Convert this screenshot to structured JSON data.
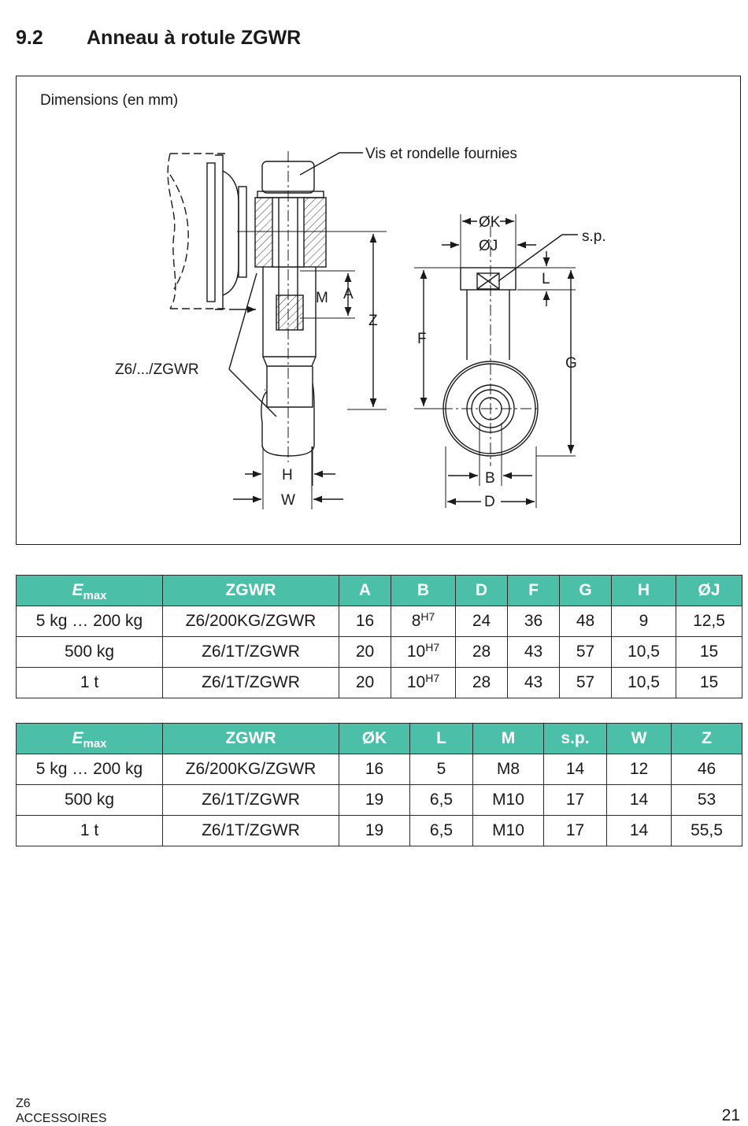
{
  "section": {
    "number": "9.2",
    "title": "Anneau à rotule ZGWR"
  },
  "figure": {
    "caption": "Dimensions (en mm)",
    "labels": {
      "screw": "Vis et rondelle fournies",
      "part": "Z6/.../ZGWR",
      "sp": "s.p.",
      "K": "ØK",
      "J": "ØJ",
      "L": "L",
      "M": "M",
      "A": "A",
      "Z": "Z",
      "F": "F",
      "G": "G",
      "H": "H",
      "W": "W",
      "B": "B",
      "D": "D"
    }
  },
  "table1": {
    "header": {
      "emax_main": "E",
      "emax_sub": "max",
      "cols": [
        "ZGWR",
        "A",
        "B",
        "D",
        "F",
        "G",
        "H",
        "ØJ"
      ]
    },
    "rows": [
      {
        "emax": "5 kg … 200 kg",
        "zgwr": "Z6/200KG/ZGWR",
        "A": "16",
        "B": "8",
        "B_tol": "H7",
        "D": "24",
        "F": "36",
        "G": "48",
        "H": "9",
        "J": "12,5"
      },
      {
        "emax": "500 kg",
        "zgwr": "Z6/1T/ZGWR",
        "A": "20",
        "B": "10",
        "B_tol": "H7",
        "D": "28",
        "F": "43",
        "G": "57",
        "H": "10,5",
        "J": "15"
      },
      {
        "emax": "1 t",
        "zgwr": "Z6/1T/ZGWR",
        "A": "20",
        "B": "10",
        "B_tol": "H7",
        "D": "28",
        "F": "43",
        "G": "57",
        "H": "10,5",
        "J": "15"
      }
    ]
  },
  "table2": {
    "header": {
      "emax_main": "E",
      "emax_sub": "max",
      "cols": [
        "ZGWR",
        "ØK",
        "L",
        "M",
        "s.p.",
        "W",
        "Z"
      ]
    },
    "rows": [
      {
        "emax": "5 kg … 200 kg",
        "zgwr": "Z6/200KG/ZGWR",
        "K": "16",
        "L": "5",
        "M": "M8",
        "sp": "14",
        "W": "12",
        "Z": "46"
      },
      {
        "emax": "500 kg",
        "zgwr": "Z6/1T/ZGWR",
        "K": "19",
        "L": "6,5",
        "M": "M10",
        "sp": "17",
        "W": "14",
        "Z": "53"
      },
      {
        "emax": "1 t",
        "zgwr": "Z6/1T/ZGWR",
        "K": "19",
        "L": "6,5",
        "M": "M10",
        "sp": "17",
        "W": "14",
        "Z": "55,5"
      }
    ]
  },
  "footer": {
    "product": "Z6",
    "chapter": "ACCESSOIRES",
    "page": "21"
  }
}
